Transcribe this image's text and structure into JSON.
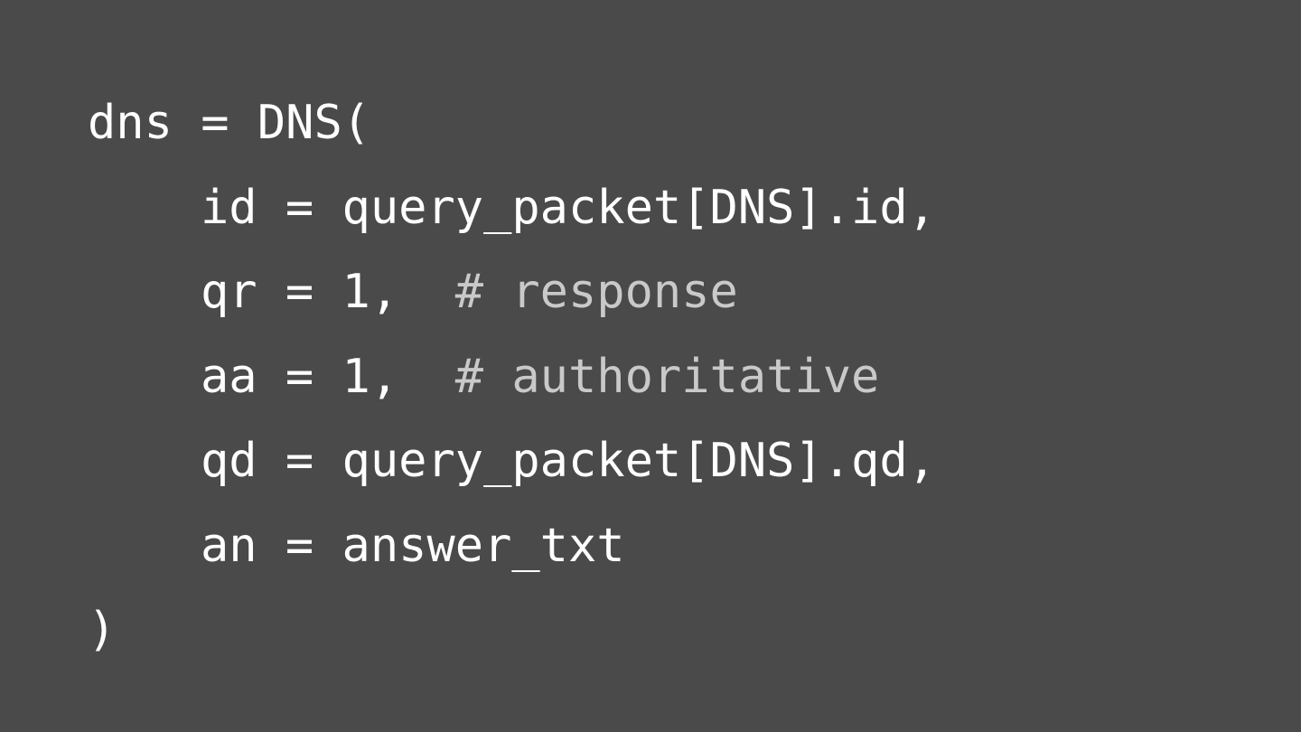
{
  "code": {
    "line1": "dns = DNS(",
    "line2": "id = query_packet[DNS].id,",
    "line3_code": "qr = 1,  ",
    "line3_comment": "# response",
    "line4_code": "aa = 1,  ",
    "line4_comment": "# authoritative",
    "line5": "qd = query_packet[DNS].qd,",
    "line6": "an = answer_txt",
    "line7": ")"
  },
  "colors": {
    "background": "#4a4a4a",
    "code_text": "#ffffff",
    "comment_text": "#c9c9c9"
  }
}
